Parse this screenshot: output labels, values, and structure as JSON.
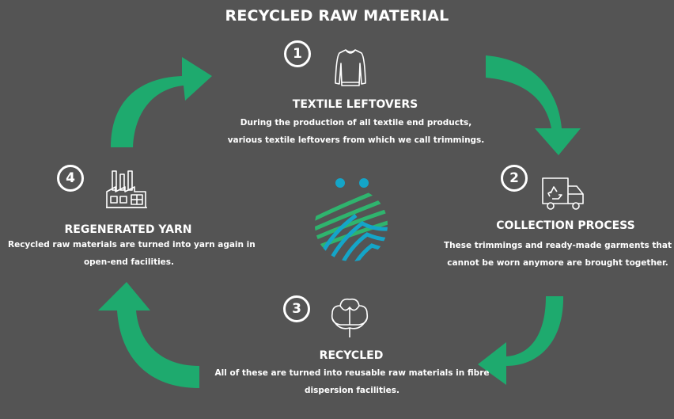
{
  "title": "RECYCLED RAW MATERIAL",
  "colors": {
    "background": "#545454",
    "arrow": "#1eaa6e",
    "logo_green": "#2fb46e",
    "logo_teal": "#14a5c8",
    "text": "#ffffff"
  },
  "steps": [
    {
      "number": "1",
      "icon": "sweater-icon",
      "title": "TEXTILE LEFTOVERS",
      "lines": [
        "During the production of all textile end products,",
        "various textile leftovers from which we call trimmings."
      ]
    },
    {
      "number": "2",
      "icon": "recycling-truck-icon",
      "title": "COLLECTION PROCESS",
      "lines": [
        "These trimmings and ready-made garments that",
        "cannot be worn anymore are brought together."
      ]
    },
    {
      "number": "3",
      "icon": "cotton-plant-icon",
      "title": "RECYCLED",
      "lines": [
        "All of these are turned into reusable raw materials in fibre",
        "dispersion facilities."
      ]
    },
    {
      "number": "4",
      "icon": "factory-icon",
      "title": "REGENERATED YARN",
      "lines": [
        "Recycled raw materials are turned into yarn again in",
        "open-end facilities."
      ]
    }
  ]
}
